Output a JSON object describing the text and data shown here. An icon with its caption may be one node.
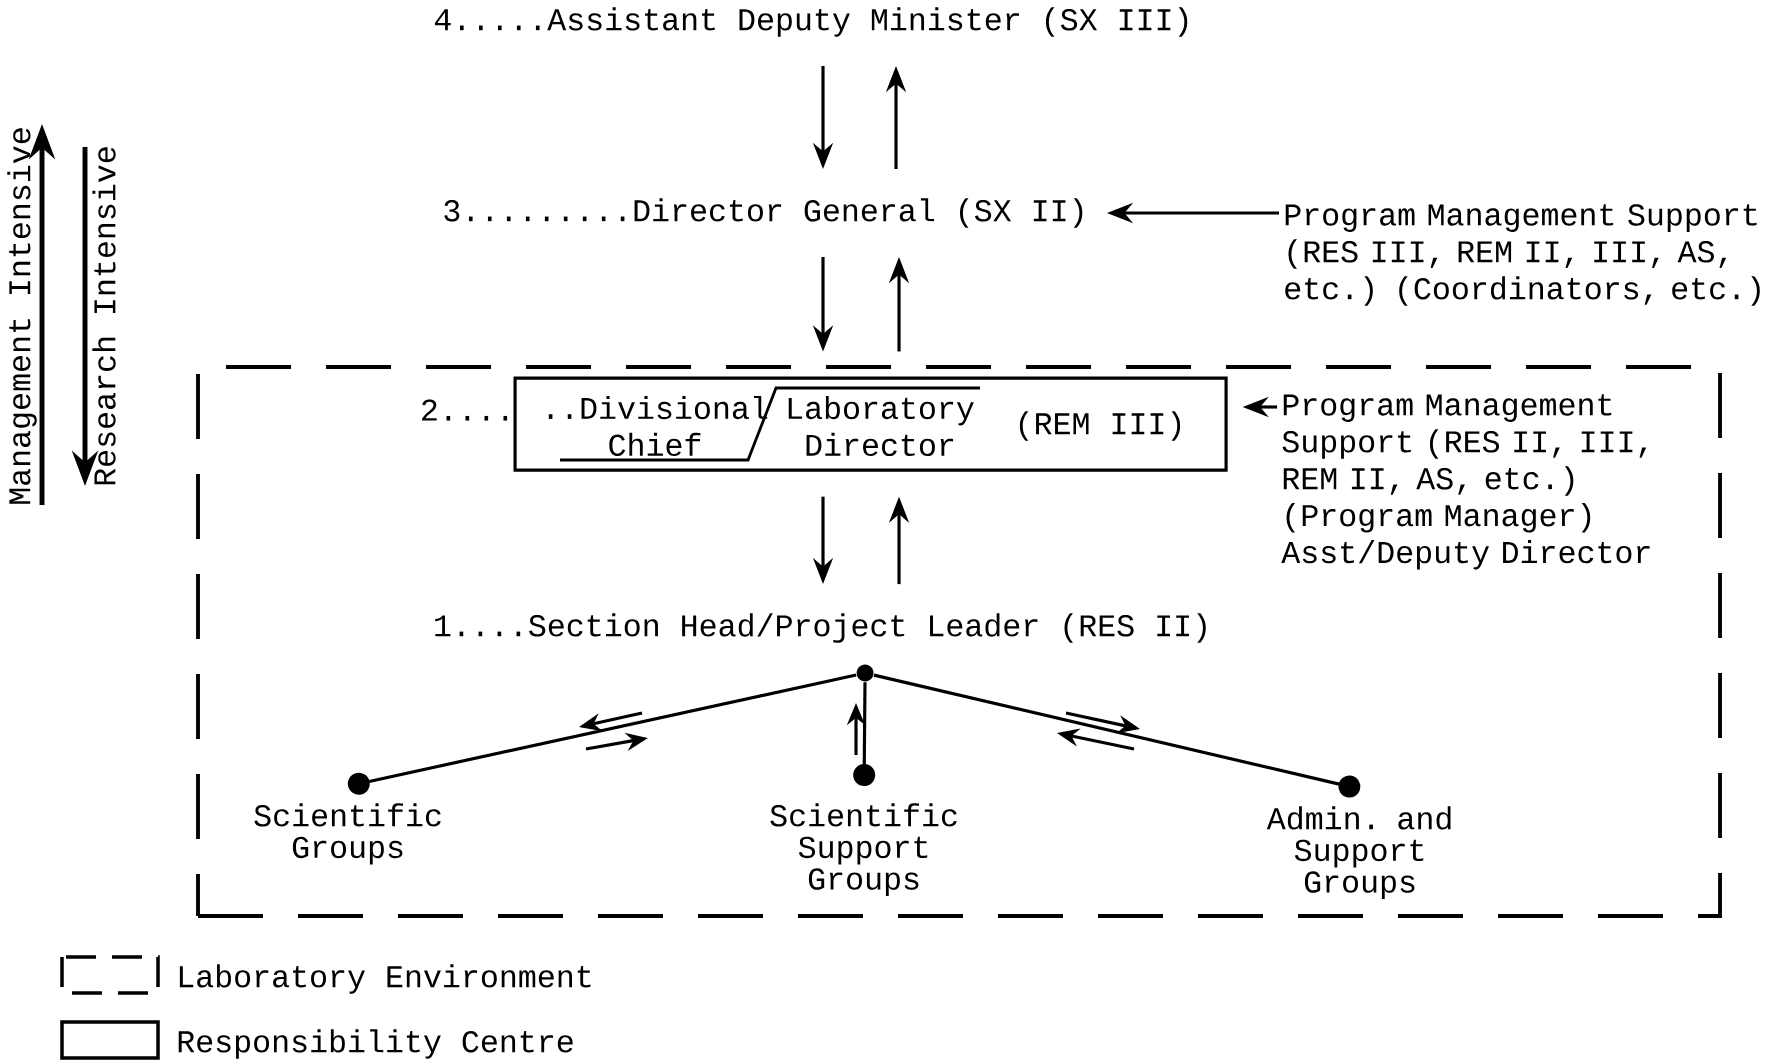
{
  "diagram": {
    "nodes": [
      {
        "text": [
          "4.....Assistant Deputy Minister (SX III)"
        ]
      },
      {
        "text": [
          "3.........Director General (SX II)"
        ]
      },
      {
        "text": [
          "Program Management Support (RES III, REM II, III, AS, etc.) (Coordinators, etc.)"
        ]
      },
      {
        "text": [],
        "shape": "box"
      },
      {
        "text": [
          "2....",
          "..Divisional Chief",
          "Laboratory Director",
          "(REM III)"
        ],
        "in": 3
      },
      {
        "text": [
          "Program Management Support (RES II, III, REM II, AS, etc.) (Program Manager) Asst/Deputy Director"
        ],
        "in": 3
      },
      {
        "text": [
          "1....Section Head/Project Leader (RES II)"
        ],
        "in": 3
      },
      {
        "text": [],
        "shape": "circle",
        "in": 3
      },
      {
        "text": [
          "Scientific Groups"
        ],
        "in": 3
      },
      {
        "text": [
          "Scientific Support Groups"
        ],
        "in": 3
      },
      {
        "text": [
          "Admin. and Support Groups"
        ],
        "in": 3
      }
    ],
    "edges": [
      {
        "from": 0,
        "to": 1,
        "arrow": "to"
      },
      {
        "from": 1,
        "to": 0,
        "arrow": "to"
      },
      {
        "from": 1,
        "to": 4,
        "arrow": "to"
      },
      {
        "from": 4,
        "to": 1,
        "arrow": "to"
      },
      {
        "from": 2,
        "to": 1,
        "arrow": "to"
      },
      {
        "from": 5,
        "to": 4,
        "arrow": "to"
      },
      {
        "from": 4,
        "to": 6,
        "arrow": "to"
      },
      {
        "from": 6,
        "to": 4,
        "arrow": "to"
      },
      {
        "from": 7,
        "to": 8,
        "arrow": "other"
      },
      {
        "from": 7,
        "to": 9,
        "arrow": "other"
      },
      {
        "from": 7,
        "to": 10,
        "arrow": "other"
      }
    ],
    "labels": [
      "Management Intensive",
      "Research Intensive"
    ],
    "legend": [
      {
        "text": "Laboratory Environment"
      },
      {
        "text": "Responsibility Centre"
      }
    ]
  }
}
